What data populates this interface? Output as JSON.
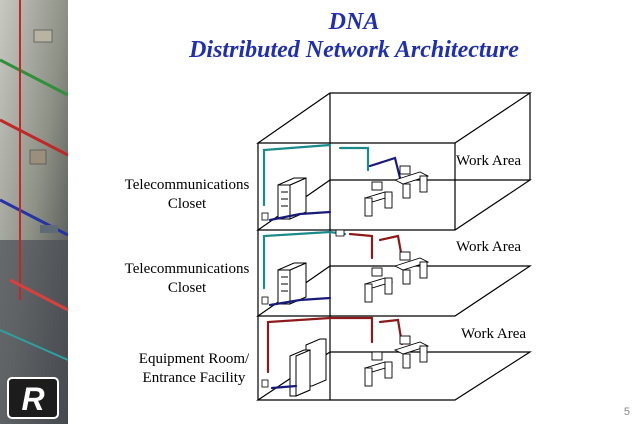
{
  "title": {
    "line1": "DNA",
    "line2": "Distributed Network Architecture"
  },
  "labels": {
    "closet_top": [
      "Telecommunications",
      "Closet"
    ],
    "closet_mid": [
      "Telecommunications",
      "Closet"
    ],
    "equipment_room": [
      "Equipment Room/",
      "Entrance Facility"
    ],
    "work_area_top": "Work Area",
    "work_area_mid": "Work Area",
    "work_area_bot": "Work Area"
  },
  "logo_text": "R",
  "page_number": "5",
  "colors": {
    "title": "#1f2fb0",
    "teal_cable": "#1a8a8a",
    "navy_cable": "#1a1a7a",
    "red_cable": "#8b1a1a",
    "sidebar_dark": "#2a2f3a"
  }
}
